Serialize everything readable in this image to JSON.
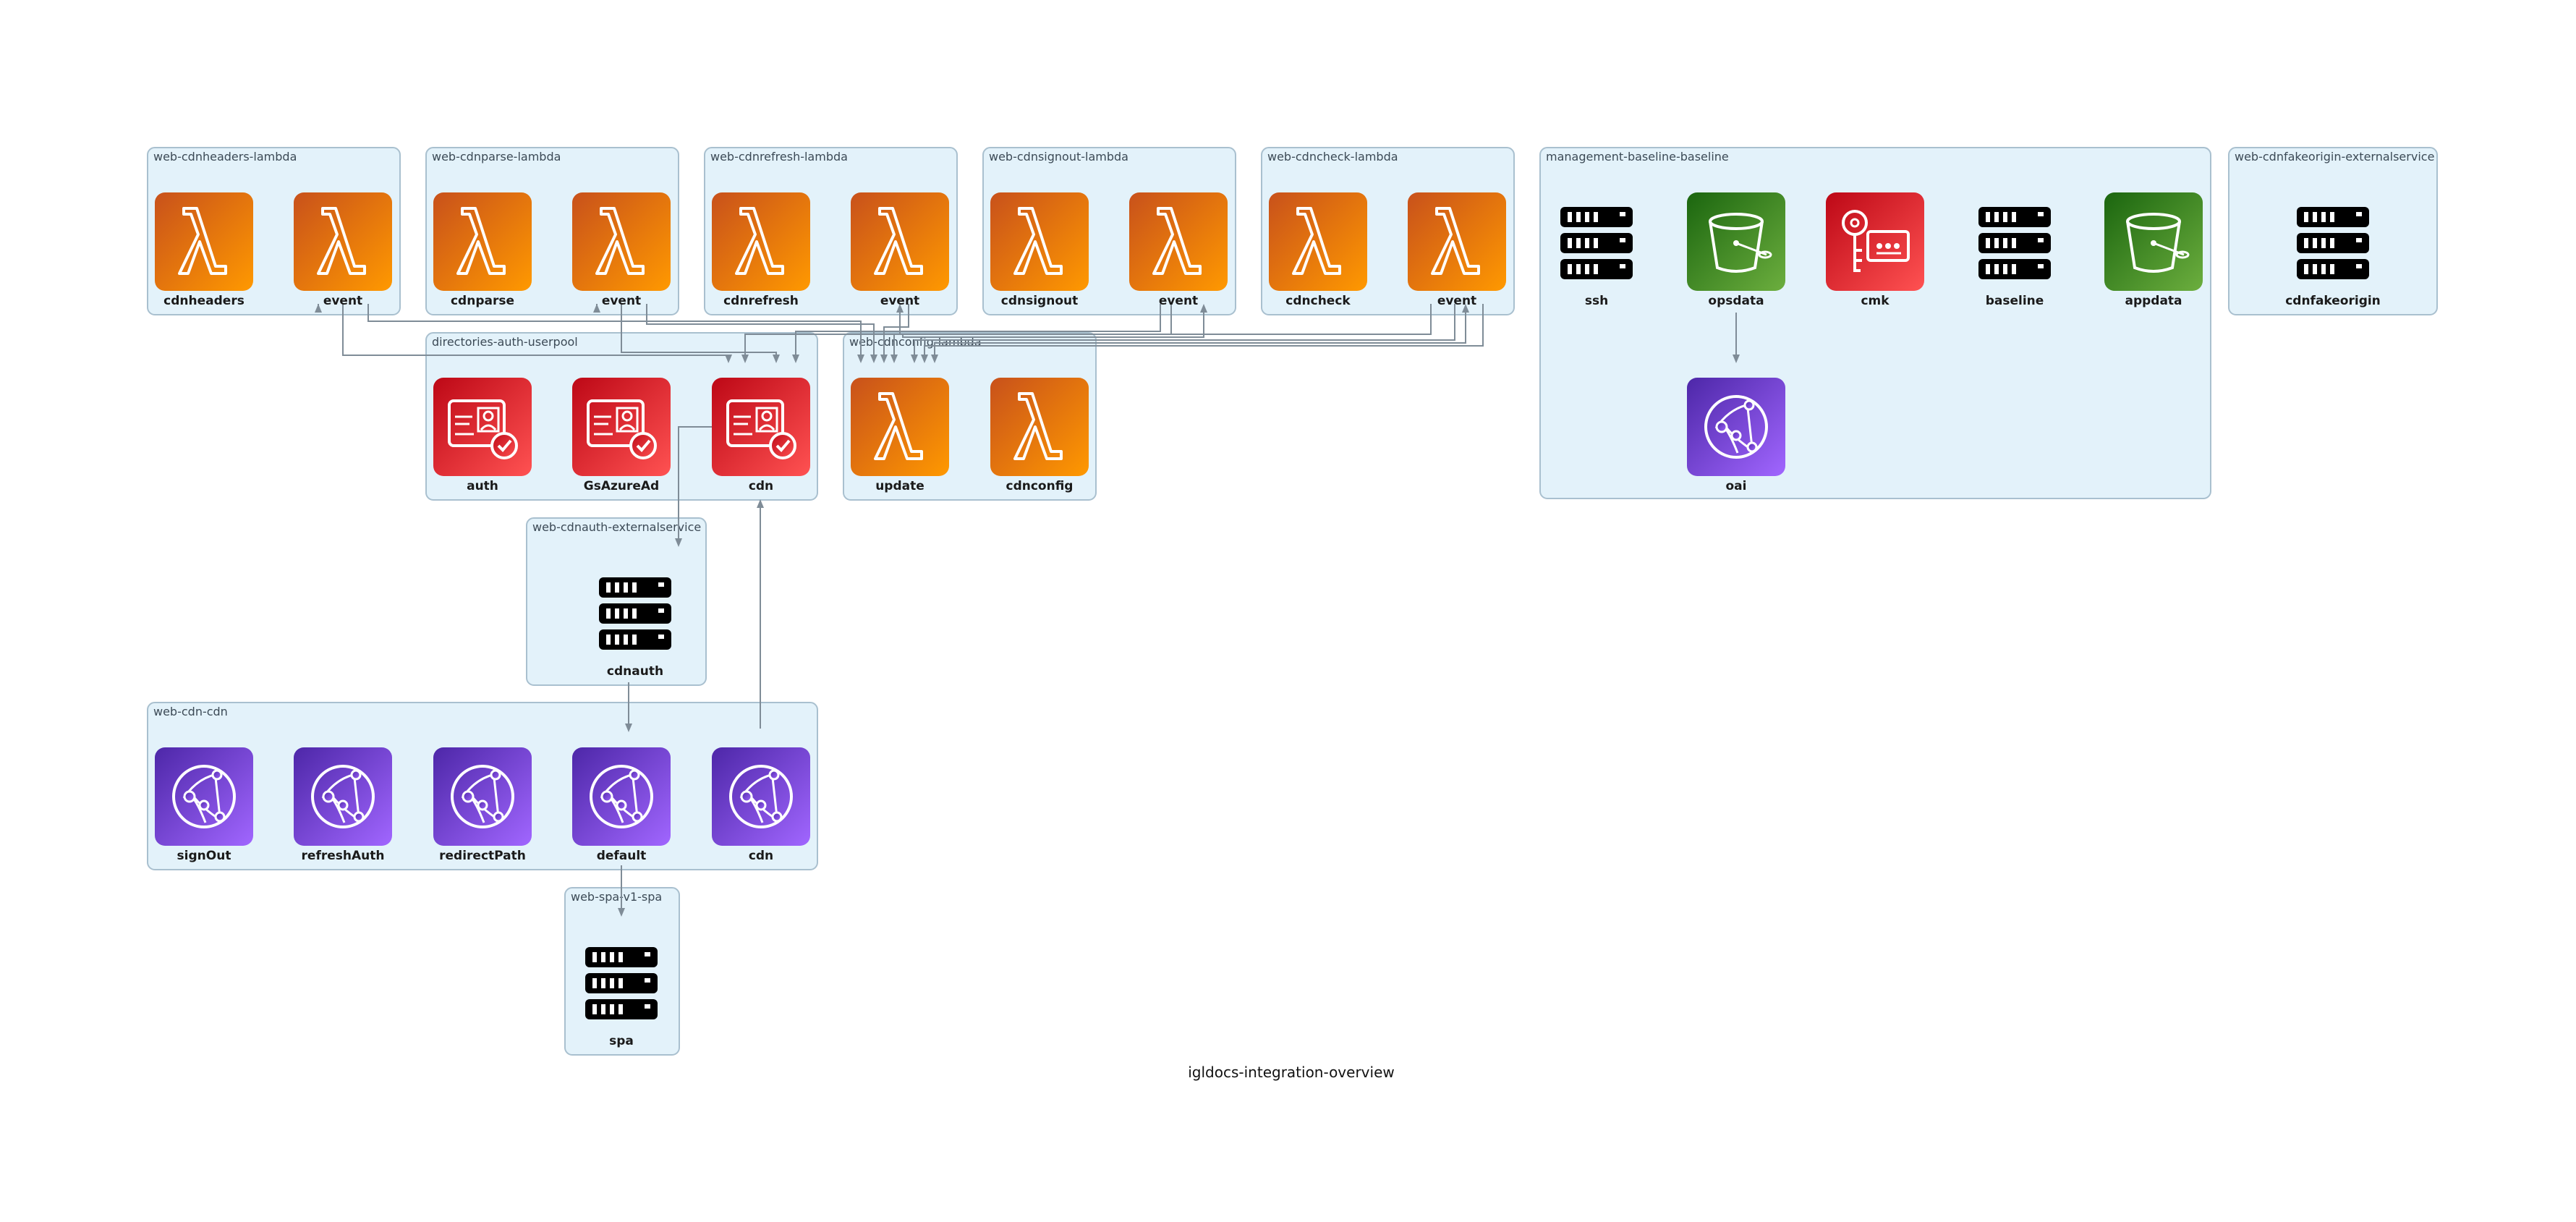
{
  "diagram": {
    "title": "igldocs-integration-overview",
    "colors": {
      "cluster_fill": "#e3f2fa",
      "cluster_border": "#a9c0cf",
      "edge": "#7f8c97",
      "lambda": "#ec7211",
      "cognito": "#d6232e",
      "cloudfront": "#7a45d4",
      "s3": "#3f8624",
      "server": "#000000"
    },
    "clusters": {
      "cdnheaders_lambda": "web-cdnheaders-lambda",
      "cdnparse_lambda": "web-cdnparse-lambda",
      "cdnrefresh_lambda": "web-cdnrefresh-lambda",
      "cdnsignout_lambda": "web-cdnsignout-lambda",
      "cdncheck_lambda": "web-cdncheck-lambda",
      "management_baseline": "management-baseline-baseline",
      "cdnfakeorigin_ext": "web-cdnfakeorigin-externalservice",
      "auth_userpool": "directories-auth-userpool",
      "cdnconfig_lambda": "web-cdnconfig-lambda",
      "cdnauth_ext": "web-cdnauth-externalservice",
      "cdn_cdn": "web-cdn-cdn",
      "spa": "web-spa-v1-spa"
    },
    "nodes": {
      "cdnheaders": {
        "label": "cdnheaders",
        "icon": "lambda-icon"
      },
      "cdnheaders_event": {
        "label": "event",
        "icon": "lambda-icon"
      },
      "cdnparse": {
        "label": "cdnparse",
        "icon": "lambda-icon"
      },
      "cdnparse_event": {
        "label": "event",
        "icon": "lambda-icon"
      },
      "cdnrefresh": {
        "label": "cdnrefresh",
        "icon": "lambda-icon"
      },
      "cdnrefresh_event": {
        "label": "event",
        "icon": "lambda-icon"
      },
      "cdnsignout": {
        "label": "cdnsignout",
        "icon": "lambda-icon"
      },
      "cdnsignout_event": {
        "label": "event",
        "icon": "lambda-icon"
      },
      "cdncheck": {
        "label": "cdncheck",
        "icon": "lambda-icon"
      },
      "cdncheck_event": {
        "label": "event",
        "icon": "lambda-icon"
      },
      "ssh": {
        "label": "ssh",
        "icon": "server-icon"
      },
      "opsdata": {
        "label": "opsdata",
        "icon": "s3-bucket-icon"
      },
      "cmk": {
        "label": "cmk",
        "icon": "kms-key-icon"
      },
      "baseline": {
        "label": "baseline",
        "icon": "server-icon"
      },
      "appdata": {
        "label": "appdata",
        "icon": "s3-bucket-icon"
      },
      "oai": {
        "label": "oai",
        "icon": "cloudfront-icon"
      },
      "cdnfakeorigin": {
        "label": "cdnfakeorigin",
        "icon": "server-icon"
      },
      "auth": {
        "label": "auth",
        "icon": "cognito-icon"
      },
      "gsazuread": {
        "label": "GsAzureAd",
        "icon": "cognito-icon"
      },
      "userpool_cdn": {
        "label": "cdn",
        "icon": "cognito-icon"
      },
      "update": {
        "label": "update",
        "icon": "lambda-icon"
      },
      "cdnconfig": {
        "label": "cdnconfig",
        "icon": "lambda-icon"
      },
      "cdnauth": {
        "label": "cdnauth",
        "icon": "server-icon"
      },
      "signout": {
        "label": "signOut",
        "icon": "cloudfront-icon"
      },
      "refreshauth": {
        "label": "refreshAuth",
        "icon": "cloudfront-icon"
      },
      "redirectpath": {
        "label": "redirectPath",
        "icon": "cloudfront-icon"
      },
      "default": {
        "label": "default",
        "icon": "cloudfront-icon"
      },
      "cdn_cdn": {
        "label": "cdn",
        "icon": "cloudfront-icon"
      },
      "spa": {
        "label": "spa",
        "icon": "server-icon"
      }
    }
  }
}
